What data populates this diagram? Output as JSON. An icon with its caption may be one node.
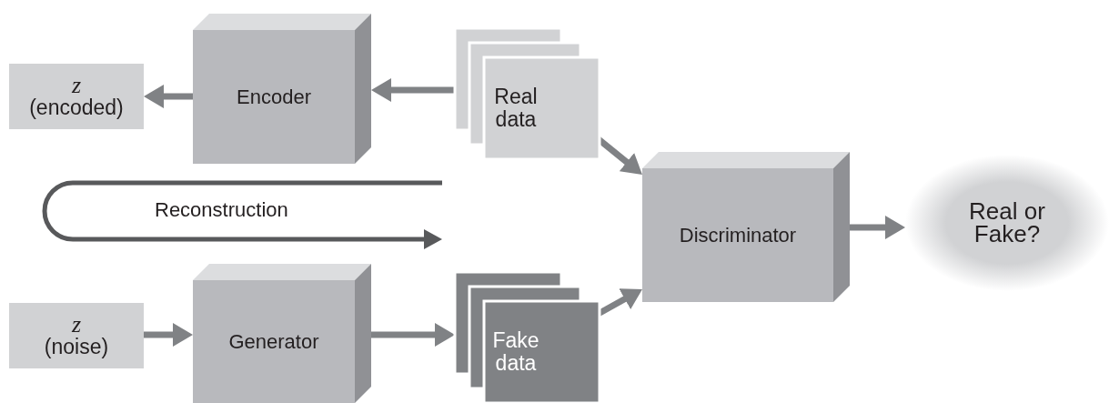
{
  "diagram": {
    "nodes": [
      {
        "text": [
          "z",
          "(encoded)"
        ]
      },
      {
        "text": [
          "Encoder"
        ]
      },
      {
        "text": [
          "Real data"
        ]
      },
      {
        "text": [
          "Discriminator"
        ]
      },
      {
        "text": [
          "Real or Fake?"
        ]
      },
      {
        "text": [
          "z",
          "(noise)"
        ]
      },
      {
        "text": [
          "Generator"
        ]
      },
      {
        "text": [
          "Fake data"
        ]
      }
    ],
    "edges": [
      {
        "from": 1,
        "to": 0,
        "arrow": "to"
      },
      {
        "from": 2,
        "to": 1,
        "arrow": "to"
      },
      {
        "from": 2,
        "to": 3,
        "arrow": "to"
      },
      {
        "from": 5,
        "to": 6,
        "arrow": "to"
      },
      {
        "from": 6,
        "to": 7,
        "arrow": "to"
      },
      {
        "from": 7,
        "to": 3,
        "arrow": "to"
      },
      {
        "from": 3,
        "to": 4,
        "arrow": "to"
      }
    ],
    "labels": [
      "Reconstruction"
    ]
  }
}
